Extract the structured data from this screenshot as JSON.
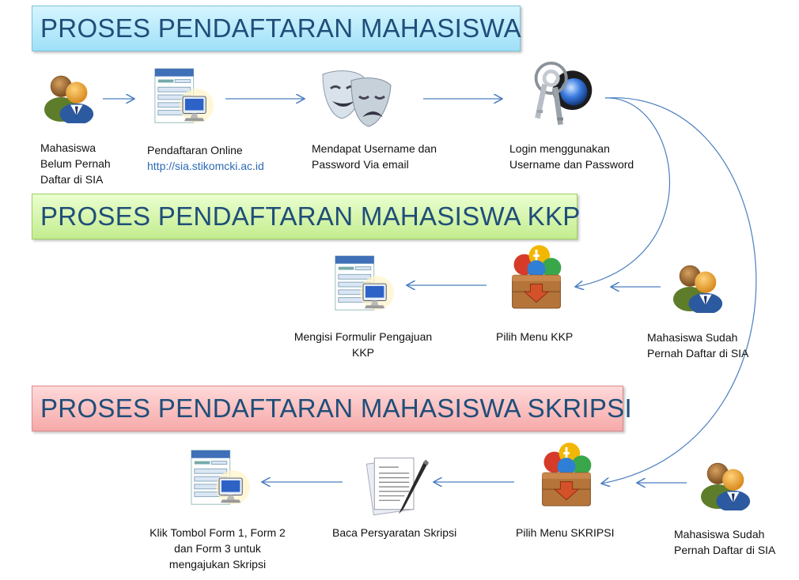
{
  "sections": {
    "registration": {
      "title": "PROSES PENDAFTARAN MAHASISWA",
      "steps": [
        {
          "label": "Mahasiswa\nBelum Pernah\nDaftar di SIA",
          "icon": "users-icon"
        },
        {
          "label": "Pendaftaran Online",
          "url": "http://sia.stikomcki.ac.id",
          "icon": "registration-form-icon"
        },
        {
          "label": "Mendapat Username dan\nPassword Via email",
          "icon": "theater-masks-icon"
        },
        {
          "label": "Login menggunakan\nUsername dan Password",
          "icon": "keys-icon"
        }
      ]
    },
    "kkp": {
      "title": "PROSES PENDAFTARAN MAHASISWA KKP",
      "steps": [
        {
          "label": "Mahasiswa Sudah\nPernah Daftar di SIA",
          "icon": "users-icon"
        },
        {
          "label": "Pilih Menu KKP",
          "icon": "apps-crate-icon"
        },
        {
          "label": "Mengisi Formulir Pengajuan\nKKP",
          "icon": "registration-form-icon"
        }
      ]
    },
    "skripsi": {
      "title": "PROSES PENDAFTARAN MAHASISWA SKRIPSI",
      "steps": [
        {
          "label": "Mahasiswa Sudah\nPernah Daftar di SIA",
          "icon": "users-icon"
        },
        {
          "label": "Pilih Menu SKRIPSI",
          "icon": "apps-crate-icon"
        },
        {
          "label": "Baca Persyaratan Skripsi",
          "icon": "document-pen-icon"
        },
        {
          "label": "Klik Tombol Form 1, Form 2\ndan Form 3 untuk\nmengajukan Skripsi",
          "icon": "registration-form-icon"
        }
      ]
    }
  },
  "colors": {
    "banner_text": "#1f4e79",
    "arrow": "#4a7fc0",
    "banner1": "#a8e4fa",
    "banner2": "#c8ee94",
    "banner3": "#f7aeae"
  }
}
